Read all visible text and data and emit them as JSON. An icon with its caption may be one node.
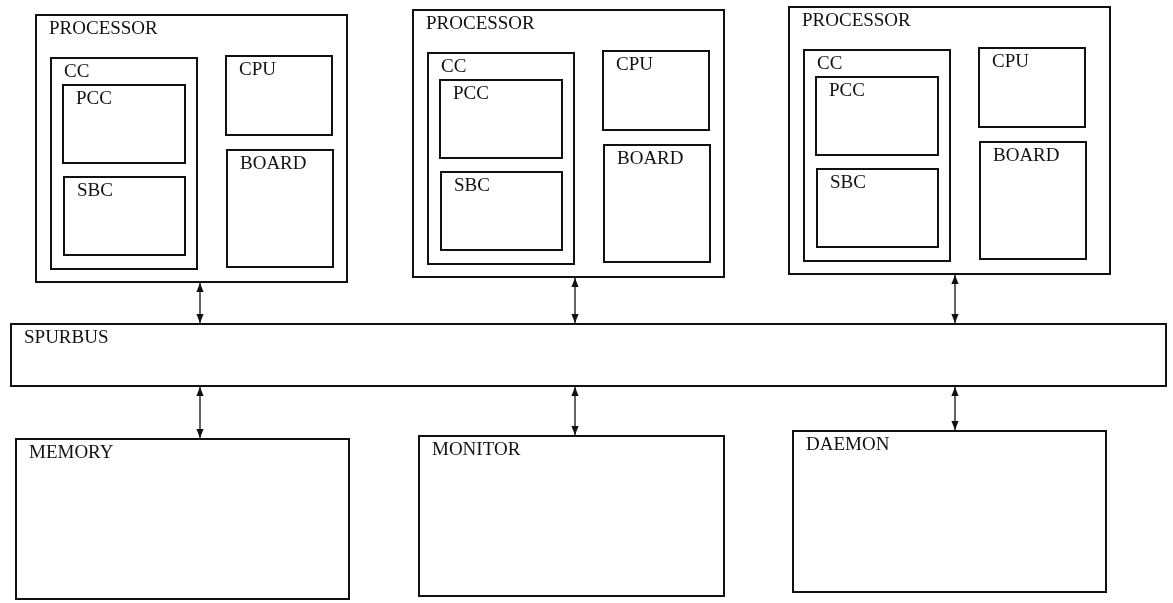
{
  "diagram": {
    "nodes": [
      {
        "text": [
          "PROCESSOR"
        ]
      },
      {
        "text": [
          "CC"
        ],
        "in": 0
      },
      {
        "text": [
          "PCC"
        ],
        "in": 1
      },
      {
        "text": [
          "SBC"
        ],
        "in": 1
      },
      {
        "text": [
          "CPU"
        ],
        "in": 0
      },
      {
        "text": [
          "BOARD"
        ],
        "in": 0
      },
      {
        "text": [
          "PROCESSOR"
        ]
      },
      {
        "text": [
          "CC"
        ],
        "in": 6
      },
      {
        "text": [
          "PCC"
        ],
        "in": 7
      },
      {
        "text": [
          "SBC"
        ],
        "in": 7
      },
      {
        "text": [
          "CPU"
        ],
        "in": 6
      },
      {
        "text": [
          "BOARD"
        ],
        "in": 6
      },
      {
        "text": [
          "PROCESSOR"
        ]
      },
      {
        "text": [
          "CC"
        ],
        "in": 12
      },
      {
        "text": [
          "PCC"
        ],
        "in": 13
      },
      {
        "text": [
          "SBC"
        ],
        "in": 13
      },
      {
        "text": [
          "CPU"
        ],
        "in": 12
      },
      {
        "text": [
          "BOARD"
        ],
        "in": 12
      },
      {
        "text": [
          "SPURBUS"
        ]
      },
      {
        "text": [
          "MEMORY"
        ]
      },
      {
        "text": [
          "MONITOR"
        ]
      },
      {
        "text": [
          "DAEMON"
        ]
      }
    ],
    "edges": [
      {
        "from": 0,
        "to": 18,
        "arrow": "both"
      },
      {
        "from": 6,
        "to": 18,
        "arrow": "both"
      },
      {
        "from": 12,
        "to": 18,
        "arrow": "both"
      },
      {
        "from": 18,
        "to": 19,
        "arrow": "both"
      },
      {
        "from": 18,
        "to": 20,
        "arrow": "both"
      },
      {
        "from": 18,
        "to": 21,
        "arrow": "both"
      }
    ]
  }
}
